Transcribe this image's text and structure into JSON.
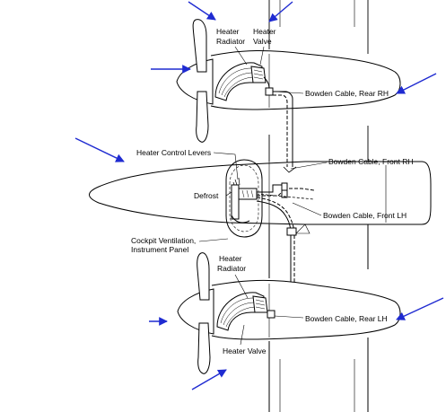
{
  "labels": {
    "heater_radiator_upper": [
      "Heater",
      "Radiator"
    ],
    "heater_valve_upper": [
      "Heater",
      "Valve"
    ],
    "bowden_cable_rear_rh": "Bowden Cable, Rear RH",
    "heater_control_levers": "Heater Control Levers",
    "bowden_cable_front_rh": "Bowden Cable, Front RH",
    "defrost": "Defrost",
    "bowden_cable_front_lh": "Bowden Cable, Front LH",
    "cockpit_ventilation": [
      "Cockpit Ventilation,",
      "Instrument Panel"
    ],
    "heater_radiator_lower": [
      "Heater",
      "Radiator"
    ],
    "bowden_cable_rear_lh": "Bowden Cable, Rear LH",
    "heater_valve_lower": "Heater Valve"
  },
  "colors": {
    "line": "#000000",
    "arrow": "#1f2bd1",
    "background": "#ffffff"
  }
}
